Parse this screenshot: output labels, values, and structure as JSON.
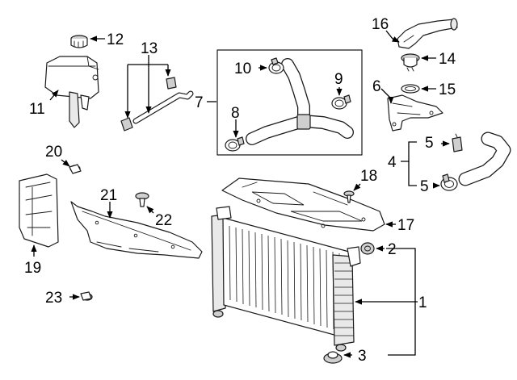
{
  "callouts": {
    "c1": "1",
    "c2": "2",
    "c3": "3",
    "c4": "4",
    "c5a": "5",
    "c5b": "5",
    "c6": "6",
    "c7": "7",
    "c8": "8",
    "c9": "9",
    "c10": "10",
    "c11": "11",
    "c12": "12",
    "c13": "13",
    "c14": "14",
    "c15": "15",
    "c16": "16",
    "c17": "17",
    "c18": "18",
    "c19": "19",
    "c20": "20",
    "c21": "21",
    "c22": "22",
    "c23": "23"
  }
}
